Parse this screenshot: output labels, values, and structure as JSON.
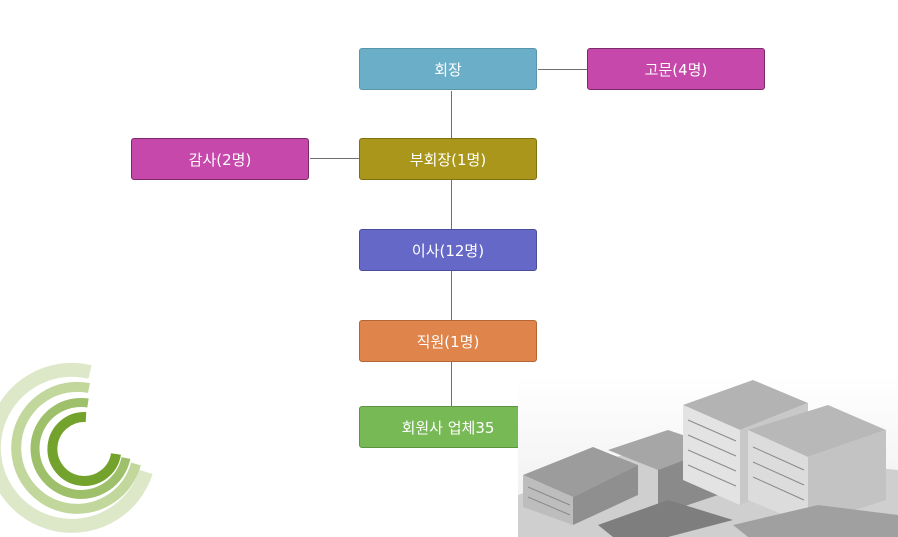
{
  "org_chart": {
    "chairman": "회장",
    "advisor": "고문(4명)",
    "auditor": "감사(2명)",
    "vice_chairman": "부회장(1명)",
    "directors": "이사(12명)",
    "staff": "직원(1명)",
    "members": "회원사 업체35"
  },
  "colors": {
    "chairman": "#6aafc7",
    "advisor": "#c548aa",
    "auditor": "#c548aa",
    "vice_chairman": "#a9961a",
    "directors": "#6668c8",
    "staff": "#df844a",
    "members": "#77b955"
  },
  "decor": {
    "arc_icon": "green-concentric-arcs-icon",
    "building_image": "factory-building-photo"
  }
}
